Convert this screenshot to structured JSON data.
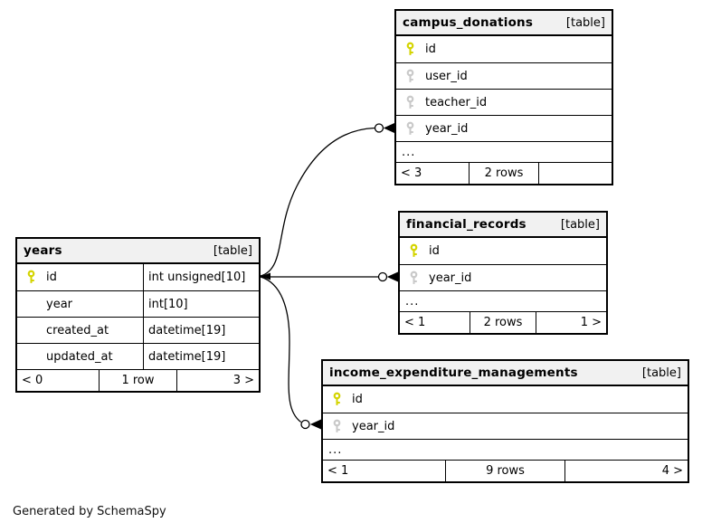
{
  "diagram": {
    "generated_note": "Generated by SchemaSpy",
    "entity_tag": "[table]",
    "ellipsis": "...",
    "colors": {
      "primary_key_icon": "#d4d400",
      "foreign_key_icon": "#c9c9c9",
      "header_background": "#f1f1f1",
      "border": "#000000"
    }
  },
  "tables": {
    "campus": {
      "name": "campus_donations",
      "tag": "[table]",
      "columns": [
        {
          "name": "id",
          "key": "pk"
        },
        {
          "name": "user_id",
          "key": "fk"
        },
        {
          "name": "teacher_id",
          "key": "fk"
        },
        {
          "name": "year_id",
          "key": "fk"
        }
      ],
      "ellipsis": "...",
      "footer": {
        "left": "< 3",
        "center": "2 rows",
        "right": ""
      }
    },
    "financial": {
      "name": "financial_records",
      "tag": "[table]",
      "columns": [
        {
          "name": "id",
          "key": "pk"
        },
        {
          "name": "year_id",
          "key": "fk"
        }
      ],
      "ellipsis": "...",
      "footer": {
        "left": "< 1",
        "center": "2 rows",
        "right": "1 >"
      }
    },
    "income": {
      "name": "income_expenditure_managements",
      "tag": "[table]",
      "columns": [
        {
          "name": "id",
          "key": "pk"
        },
        {
          "name": "year_id",
          "key": "fk"
        }
      ],
      "ellipsis": "...",
      "footer": {
        "left": "< 1",
        "center": "9 rows",
        "right": "4 >"
      }
    },
    "years": {
      "name": "years",
      "tag": "[table]",
      "columns": [
        {
          "name": "id",
          "type": "int unsigned[10]",
          "key": "pk"
        },
        {
          "name": "year",
          "type": "int[10]",
          "key": ""
        },
        {
          "name": "created_at",
          "type": "datetime[19]",
          "key": ""
        },
        {
          "name": "updated_at",
          "type": "datetime[19]",
          "key": ""
        }
      ],
      "footer": {
        "left": "< 0",
        "center": "1 row",
        "right": "3 >"
      }
    }
  },
  "relationships": [
    {
      "from": "years.id",
      "to": "campus_donations.year_id"
    },
    {
      "from": "years.id",
      "to": "financial_records.year_id"
    },
    {
      "from": "years.id",
      "to": "income_expenditure_managements.year_id"
    }
  ]
}
